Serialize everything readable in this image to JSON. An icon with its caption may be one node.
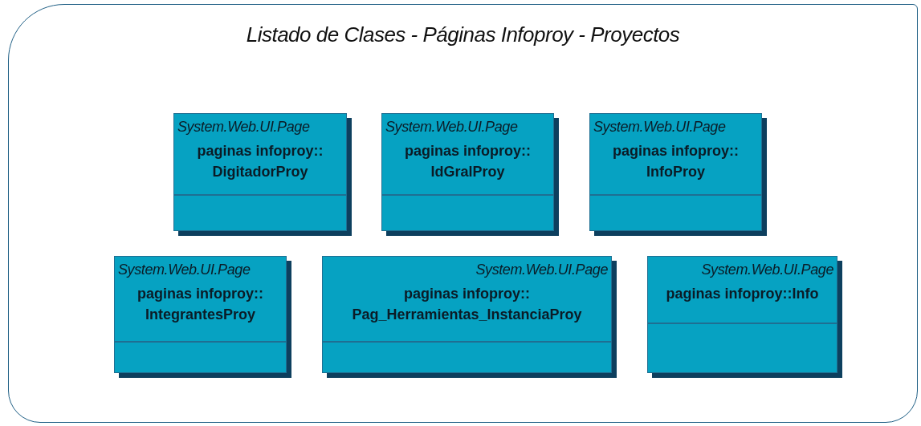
{
  "diagram": {
    "nodes": [
      {
        "text": [
          "Listado de Clases - Páginas Infoproy - Proyectos"
        ]
      },
      {
        "text": [
          "System.Web.UI.Page",
          "paginas infoproy:: DigitadorProy"
        ],
        "in": 0
      },
      {
        "text": [
          "System.Web.UI.Page",
          "paginas infoproy:: IdGralProy"
        ],
        "in": 0
      },
      {
        "text": [
          "System.Web.UI.Page",
          "paginas infoproy:: InfoProy"
        ],
        "in": 0
      },
      {
        "text": [
          "System.Web.UI.Page",
          "paginas infoproy:: IntegrantesProy"
        ],
        "in": 0
      },
      {
        "text": [
          "System.Web.UI.Page",
          "paginas infoproy:: Pag_Herramientas_InstanciaProy"
        ],
        "in": 0
      },
      {
        "text": [
          "System.Web.UI.Page",
          "paginas infoproy::Info"
        ],
        "in": 0
      }
    ],
    "edges": []
  }
}
